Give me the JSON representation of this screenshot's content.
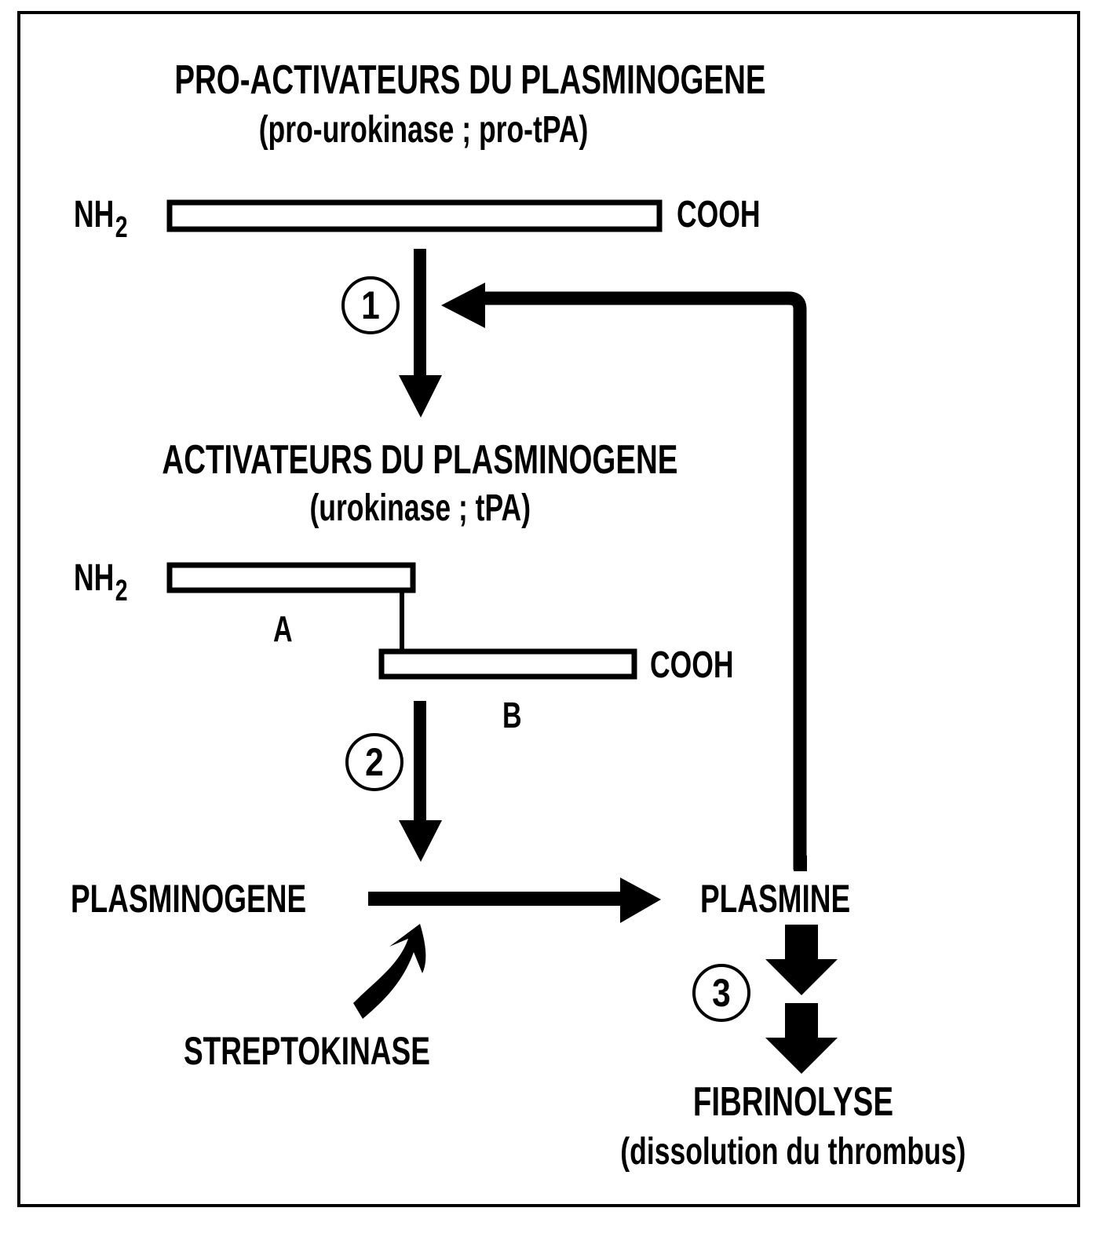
{
  "diagram": {
    "type": "flowchart",
    "title": "Activation du système fibrinolytique",
    "top_block": {
      "title": "PRO-ACTIVATEURS DU PLASMINOGENE",
      "subtitle": "(pro-urokinase ; pro-tPA)",
      "n_terminus": "NH",
      "n_terminus_sub": "2",
      "c_terminus": "COOH"
    },
    "middle_block": {
      "title": "ACTIVATEURS DU PLASMINOGENE",
      "subtitle": "(urokinase ; tPA)",
      "n_terminus": "NH",
      "n_terminus_sub": "2",
      "c_terminus": "COOH",
      "chain_a_label": "A",
      "chain_b_label": "B"
    },
    "steps": [
      {
        "number": "1",
        "from": "PRO-ACTIVATEURS DU PLASMINOGENE",
        "to": "ACTIVATEURS DU PLASMINOGENE"
      },
      {
        "number": "2",
        "from": "ACTIVATEURS DU PLASMINOGENE",
        "to": "PLASMINOGENE → PLASMINE"
      },
      {
        "number": "3",
        "from": "PLASMINE",
        "to": "FIBRINOLYSE"
      }
    ],
    "nodes": {
      "plasminogen": "PLASMINOGENE",
      "plasmin": "PLASMINE",
      "streptokinase": "STREPTOKINASE",
      "fibrinolysis": "FIBRINOLYSE",
      "fibrinolysis_sub": "(dissolution du thrombus)"
    },
    "edges": [
      {
        "from": "PRO-ACTIVATEURS DU PLASMINOGENE",
        "to": "ACTIVATEURS DU PLASMINOGENE",
        "label": "1"
      },
      {
        "from": "ACTIVATEURS DU PLASMINOGENE",
        "to": "PLASMINOGENE → PLASMINE",
        "label": "2"
      },
      {
        "from": "PLASMINOGENE",
        "to": "PLASMINE",
        "label": ""
      },
      {
        "from": "STREPTOKINASE",
        "to": "PLASMINOGENE → PLASMINE",
        "label": ""
      },
      {
        "from": "PLASMINE",
        "to": "step 1 (feedback)",
        "label": ""
      },
      {
        "from": "PLASMINE",
        "to": "FIBRINOLYSE",
        "label": "3"
      }
    ],
    "colors": {
      "ink": "#000000",
      "paper": "#ffffff"
    }
  }
}
